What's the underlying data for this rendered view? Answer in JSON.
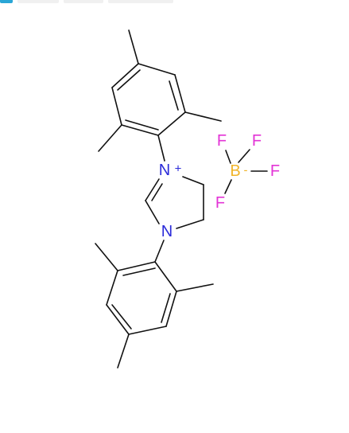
{
  "tabs": [
    {
      "label": "",
      "active": true
    },
    {
      "label": "",
      "active": false
    },
    {
      "label": "",
      "active": false
    },
    {
      "label": "",
      "active": false
    }
  ],
  "atoms": {
    "n1": "N",
    "n1_charge": "+",
    "n2": "N",
    "boron": "B",
    "boron_charge": "-",
    "f1": "F",
    "f2": "F",
    "f3": "F",
    "f4": "F"
  },
  "colors": {
    "bond": "#111111",
    "nitrogen": "#2b2bd9",
    "boron": "#f0b429",
    "fluorine": "#e334d6",
    "tab_active": "#2aa6d6"
  }
}
